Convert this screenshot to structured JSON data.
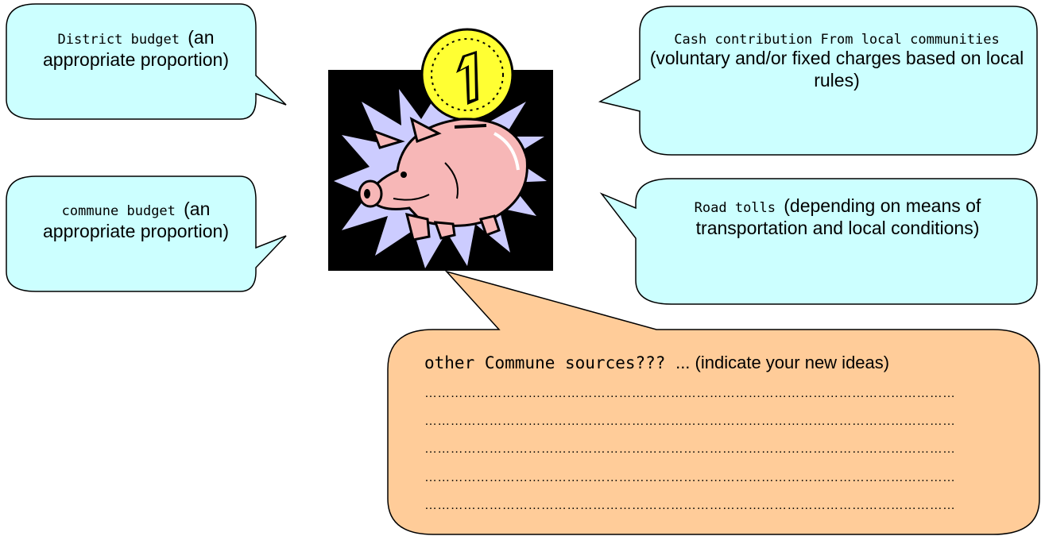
{
  "colors": {
    "bubble_blue": "#ccffff",
    "bubble_orange": "#ffcc99",
    "outline": "#000000",
    "pig_pink": "#f7b7b7",
    "coin_yellow": "#ffff33",
    "burst_lavender": "#ccccff"
  },
  "icons": [
    "piggy-bank-icon",
    "coin-icon"
  ],
  "bubbles": {
    "district": {
      "prefix": "District budget ",
      "text": "(an appropriate proportion)"
    },
    "commune": {
      "prefix": "commune budget ",
      "text": "(an appropriate proportion)"
    },
    "cash": {
      "prefix": "Cash contribution From local communities ",
      "text": "(voluntary and/or fixed charges based on local rules)"
    },
    "tolls": {
      "prefix": "Road tolls ",
      "text": "(depending on means of transportation and local conditions)"
    },
    "other": {
      "prefix": "other Commune sources??? ",
      "text": "... (indicate your new ideas)",
      "lines": [
        "……………………………………………………………………………………………………………",
        "……………………………………………………………………………………………………………",
        "……………………………………………………………………………………………………………",
        "……………………………………………………………………………………………………………",
        "……………………………………………………………………………………………………………"
      ]
    }
  }
}
